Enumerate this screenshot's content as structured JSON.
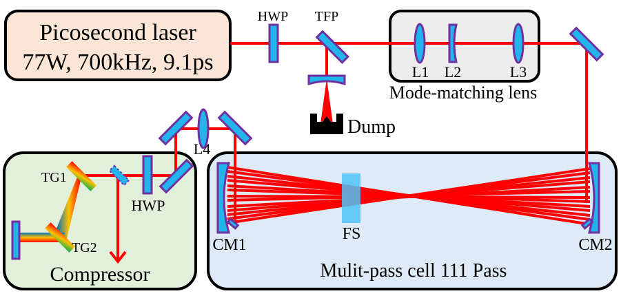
{
  "diagram": {
    "laser": {
      "title": "Picosecond laser",
      "specs": "77W, 700kHz, 9.1ps",
      "fill": "#fbe5d6"
    },
    "components": {
      "hwp_top": "HWP",
      "tfp": "TFP",
      "dump": "Dump",
      "l1": "L1",
      "l2": "L2",
      "l3": "L3",
      "mode_matching": "Mode-matching lens",
      "l4": "L4",
      "tg1": "TG1",
      "tg2": "TG2",
      "hwp_bottom": "HWP",
      "compressor": "Compressor",
      "cm1": "CM1",
      "cm2": "CM2",
      "fs": "FS",
      "mpc": "Mulit-pass cell 111 Pass"
    },
    "colors": {
      "beam": "#ff0000",
      "optic_fill": "#22b5ec",
      "optic_stroke": "#7030a0",
      "mode_box_fill": "#ededed",
      "compressor_fill": "#e2efda",
      "mpc_fill": "#deebf7",
      "fs_fill": "#4fc3f7"
    }
  }
}
